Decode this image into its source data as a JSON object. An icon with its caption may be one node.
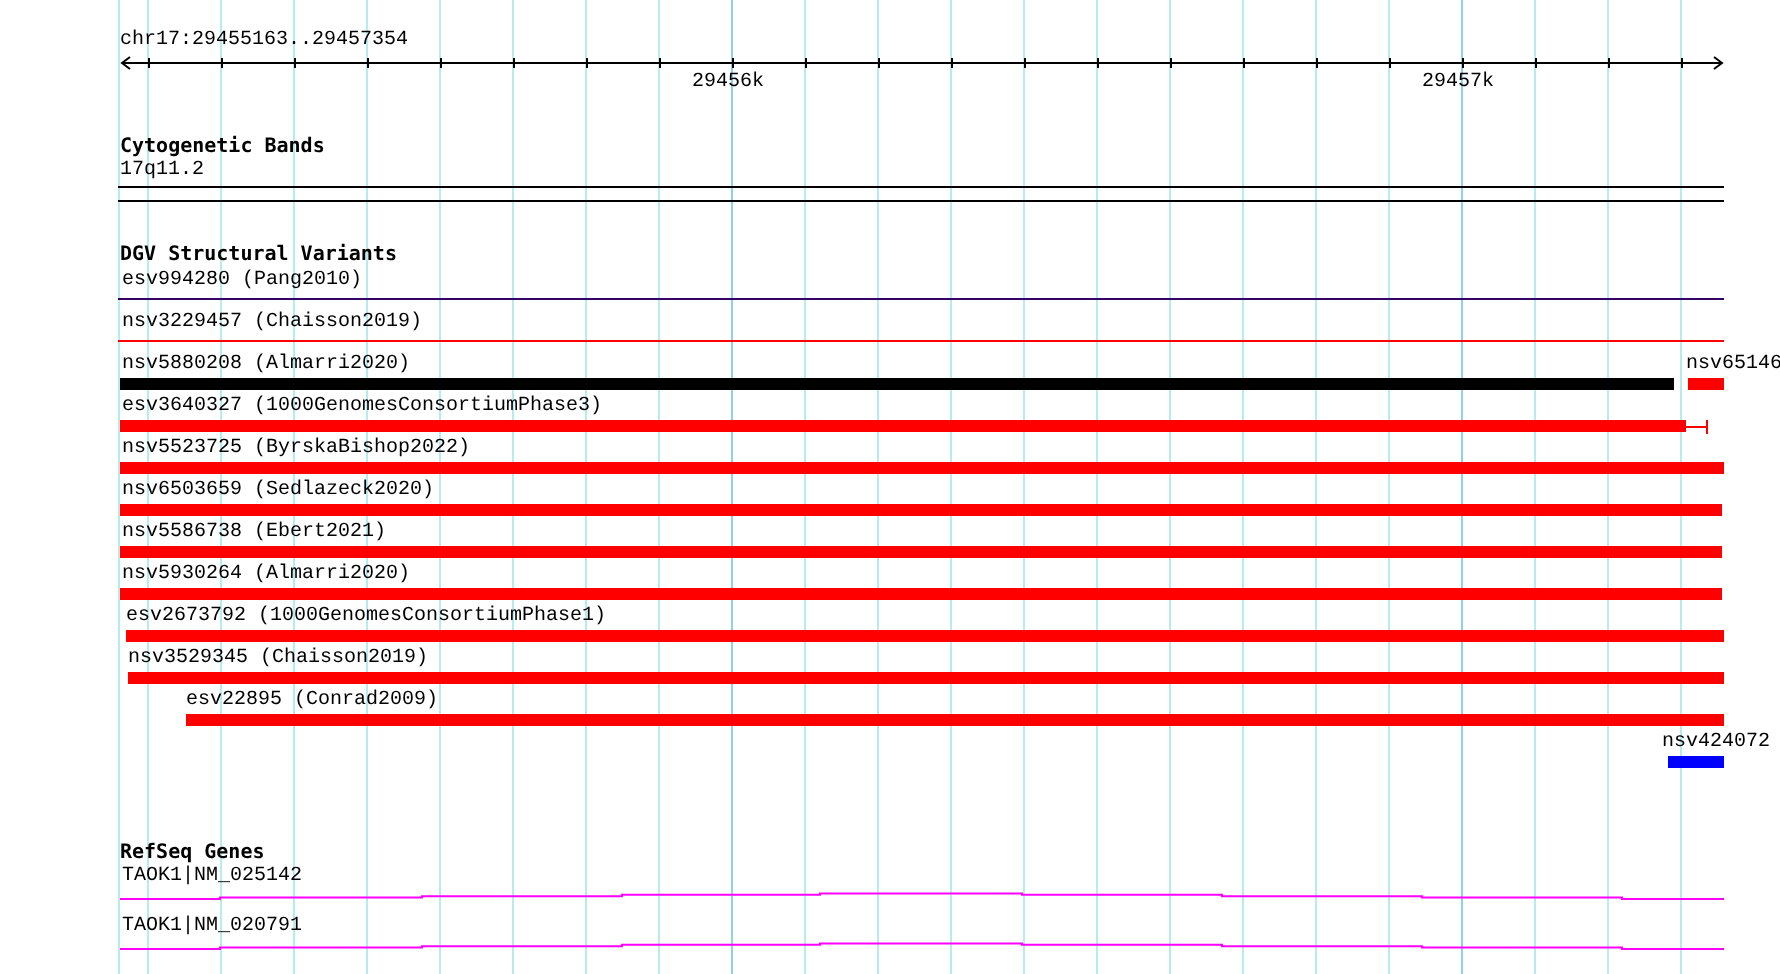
{
  "diagram": {
    "labels": [
      "chr17:29455163..29457354",
      "29456k",
      "29457k",
      "Cytogenetic Bands",
      "17q11.2",
      "DGV Structural Variants",
      "esv994280 (Pang2010)",
      "nsv3229457 (Chaisson2019)",
      "nsv5880208 (Almarri2020)",
      "nsv65146",
      "esv3640327 (1000GenomesConsortiumPhase3)",
      "nsv5523725 (ByrskaBishop2022)",
      "nsv6503659 (Sedlazeck2020)",
      "nsv5586738 (Ebert2021)",
      "nsv5930264 (Almarri2020)",
      "esv2673792 (1000GenomesConsortiumPhase1)",
      "nsv3529345 (Chaisson2019)",
      "esv22895 (Conrad2009)",
      "nsv424072",
      "RefSeq Genes",
      "TAOK1|NM_025142",
      "TAOK1|NM_020791"
    ]
  }
}
